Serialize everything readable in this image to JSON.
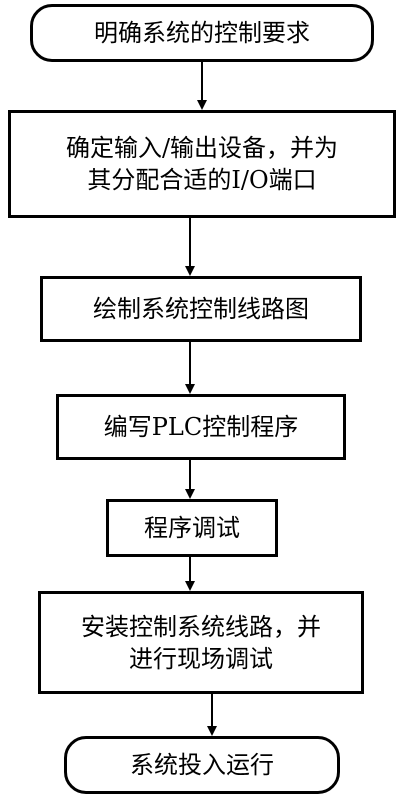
{
  "flowchart": {
    "steps": [
      {
        "lines": [
          "明确系统的控制要求"
        ]
      },
      {
        "lines": [
          "确定输入/输出设备，并为",
          "其分配合适的I/O端口"
        ]
      },
      {
        "lines": [
          "绘制系统控制线路图"
        ]
      },
      {
        "lines": [
          "编写PLC控制程序"
        ]
      },
      {
        "lines": [
          "程序调试"
        ]
      },
      {
        "lines": [
          "安装控制系统线路，并",
          "进行现场调试"
        ]
      },
      {
        "lines": [
          "系统投入运行"
        ]
      }
    ]
  }
}
